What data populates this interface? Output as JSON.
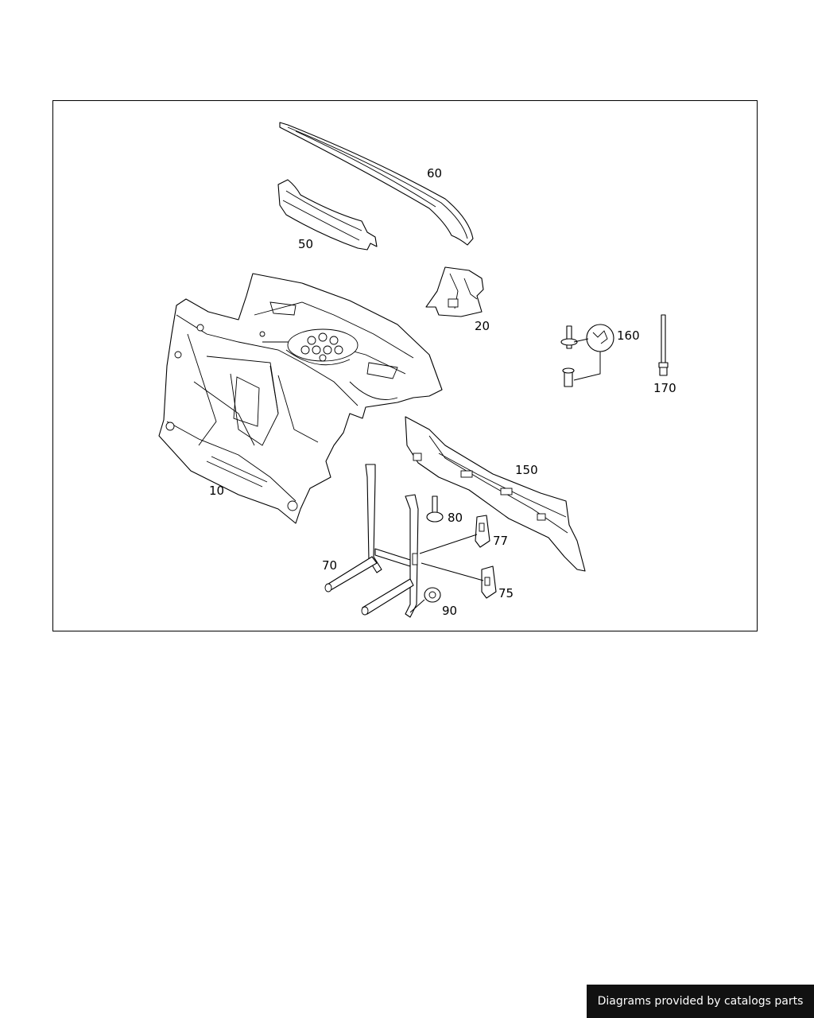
{
  "diagram": {
    "callouts": {
      "p10": "10",
      "p20": "20",
      "p50": "50",
      "p60": "60",
      "p70": "70",
      "p75": "75",
      "p77": "77",
      "p80": "80",
      "p90": "90",
      "p150": "150",
      "p160": "160",
      "p170": "170"
    }
  },
  "footer": {
    "credit": "Diagrams provided by catalogs parts"
  },
  "colors": {
    "line": "#000000",
    "background": "#ffffff",
    "banner": "#111111",
    "banner_text": "#ffffff"
  }
}
